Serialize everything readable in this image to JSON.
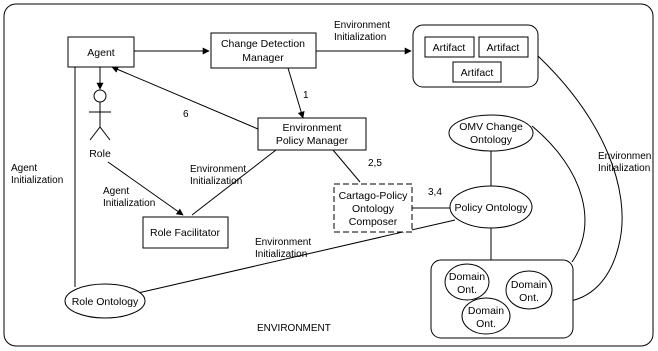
{
  "nodes": {
    "agent": "Agent",
    "change_detection_manager": [
      "Change Detection",
      "Manager"
    ],
    "artifact_1": "Artifact",
    "artifact_2": "Artifact",
    "artifact_3": "Artifact",
    "environment_policy_manager": [
      "Environment",
      "Policy Manager"
    ],
    "role": "Role",
    "role_facilitator": "Role Facilitator",
    "cartago_composer": [
      "Cartago-Policy",
      "Ontology",
      "Composer"
    ],
    "omv_change_ontology": [
      "OMV Change",
      "Ontology"
    ],
    "policy_ontology": "Policy Ontology",
    "domain_ont_1": [
      "Domain",
      "Ont."
    ],
    "domain_ont_2": [
      "Domain",
      "Ont."
    ],
    "domain_ont_3": [
      "Domain",
      "Ont."
    ],
    "role_ontology": "Role Ontology"
  },
  "labels": {
    "env_init_top": [
      "Environment",
      "Initialization"
    ],
    "env_init_right": [
      "Environmen",
      "Initialization"
    ],
    "agent_init_left": [
      "Agent",
      "Initialization"
    ],
    "env_init_mid": [
      "Environment",
      "Initialization"
    ],
    "agent_init_mid": [
      "Agent",
      "Initialization"
    ],
    "env_init_bottom": [
      "Environment",
      "Initialization"
    ],
    "edge_1": "1",
    "edge_6": "6",
    "edge_25": "2,5",
    "edge_34": "3,4",
    "environment": "ENVIRONMENT"
  }
}
